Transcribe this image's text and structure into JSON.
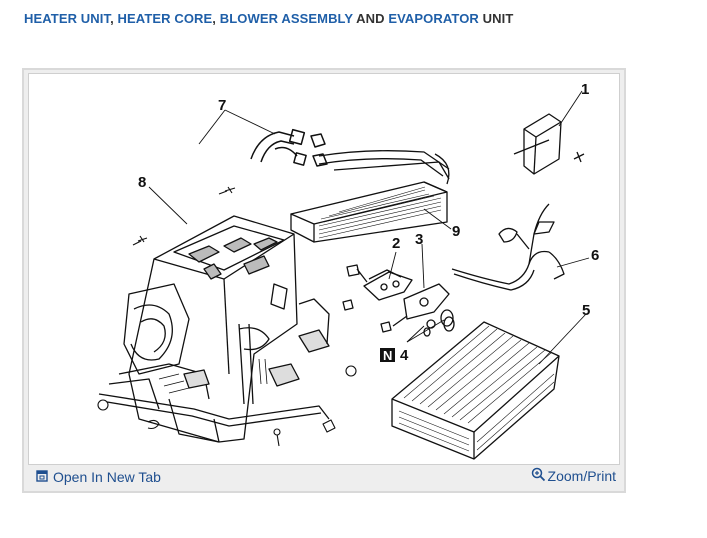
{
  "heading": {
    "part1": "HEATER UNIT",
    "sep1": ", ",
    "part2": "HEATER CORE",
    "sep2": ", ",
    "part3": "BLOWER ASSEMBLY",
    "sep3": " AND ",
    "part4": "EVAPORATOR",
    "sep4": " UNIT",
    "link_color": "#1f5fa8"
  },
  "diagram": {
    "callouts": [
      "1",
      "2",
      "3",
      "4",
      "5",
      "6",
      "7",
      "8",
      "9"
    ],
    "n_tag": "N"
  },
  "footer": {
    "open_tab_label": "Open In New Tab",
    "open_tab_icon": "open-in-new-tab-icon",
    "zoom_label": "Zoom/Print",
    "zoom_icon": "zoom-magnifier-icon"
  }
}
